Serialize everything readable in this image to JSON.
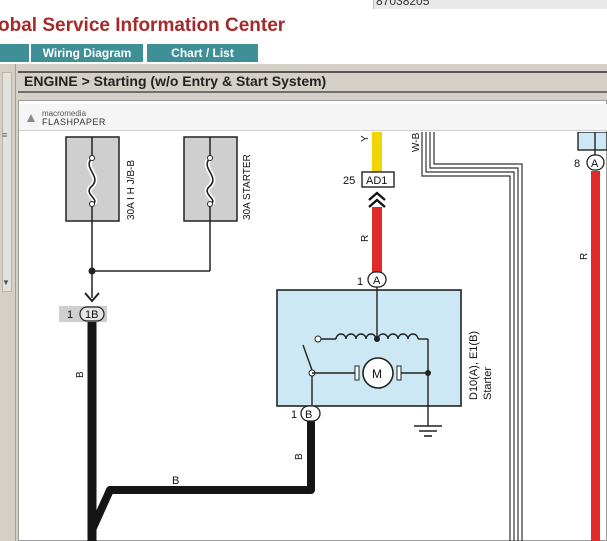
{
  "header": {
    "doc_number": "87038205",
    "app_title": "obal Service Information Center"
  },
  "tabs": [
    {
      "label": ""
    },
    {
      "label": "Wiring Diagram"
    },
    {
      "label": "Chart / List"
    }
  ],
  "breadcrumb": "ENGINE > Starting (w/o Entry & Start System)",
  "viewer": {
    "brand_line1": "macromedia",
    "brand_line2": "FLASHPAPER"
  },
  "diagram": {
    "fuse1_label": "30A I H J/B-B",
    "fuse2_label": "30A STARTER",
    "connector_ad1": "AD1",
    "connector_ad1_pin": "25",
    "connector_1b": "1B",
    "connector_1b_pin": "1",
    "connector_a_left": "A",
    "connector_a_left_pin": "1",
    "connector_b": "B",
    "connector_b_pin": "1",
    "connector_a_right": "A",
    "connector_a_right_pin": "8",
    "motor_label": "M",
    "component_id": "D10(A), E1(B)",
    "component_name": "Starter",
    "wire_y": "Y",
    "wire_r": "R",
    "wire_b_vertical": "B",
    "wire_b_starter": "B",
    "wire_b_horizontal": "B",
    "wire_r_right": "R",
    "wire_wb": "W-B",
    "colors": {
      "red_wire": "#e02a2a",
      "yellow_wire": "#f2d400",
      "black_wire": "#151515",
      "component_fill": "#cde8f5",
      "title_red": "#a52a2a",
      "tab_teal": "#3f8f97"
    }
  }
}
